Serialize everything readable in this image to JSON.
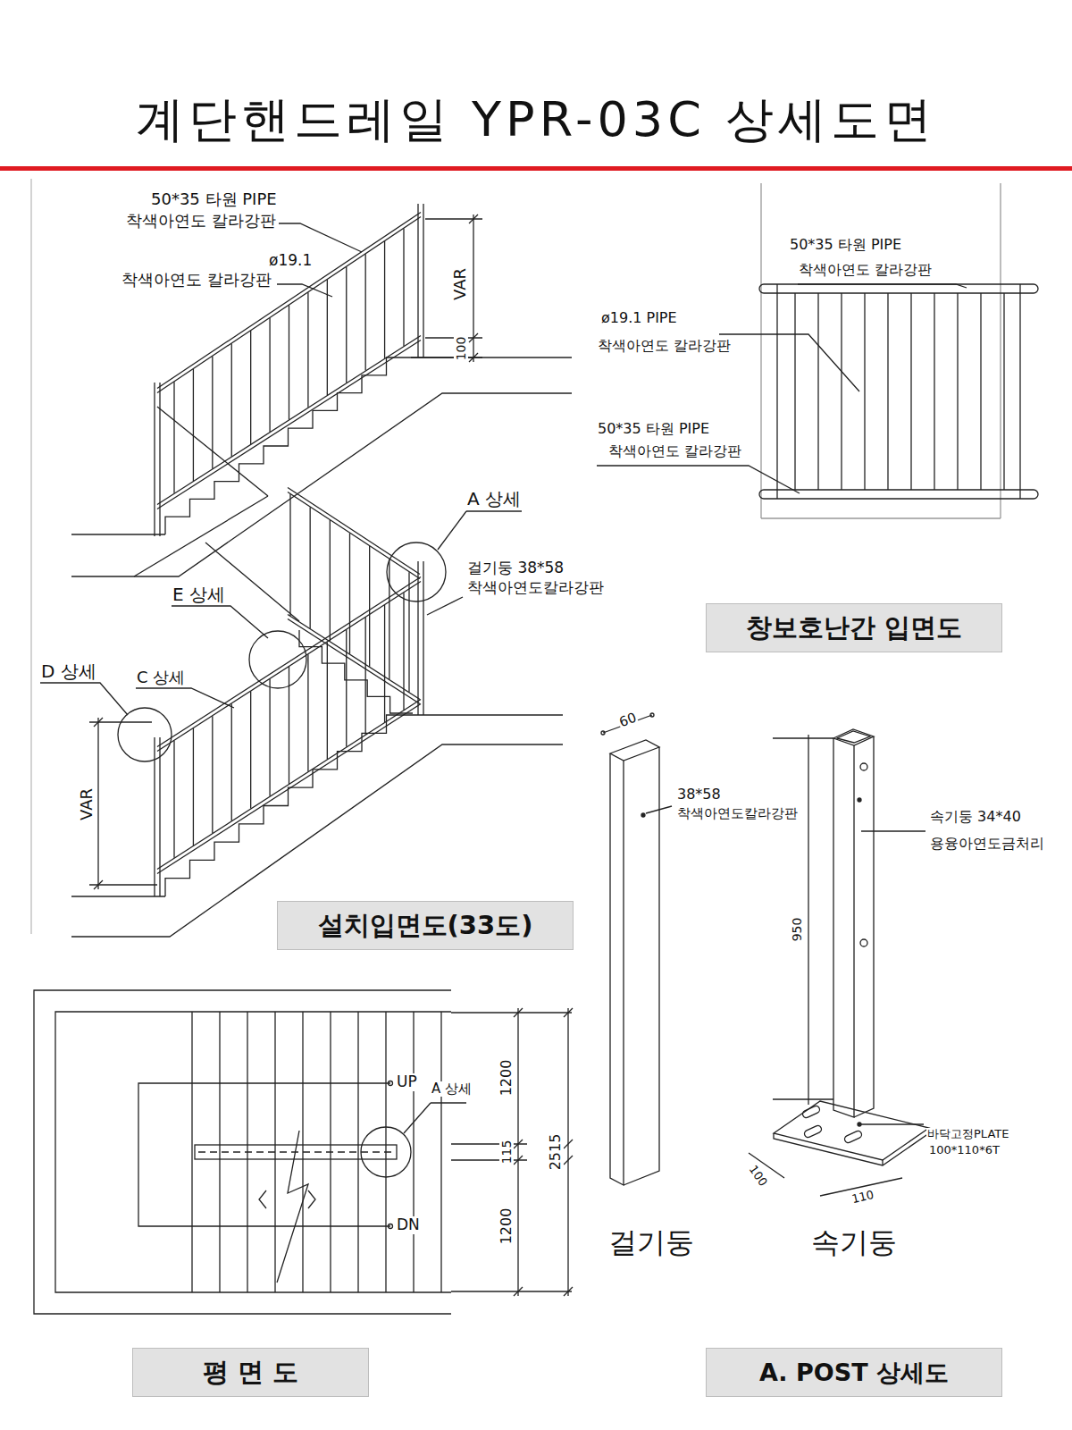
{
  "diagram": {
    "title": "계단핸드레일 YPR-03C 상세도면",
    "nodes": [
      {
        "text": [
          "창보호난간 입면도"
        ]
      },
      {
        "text": [
          "설치입면도(33도)"
        ]
      },
      {
        "text": [
          "평 면 도"
        ]
      },
      {
        "text": [
          "A. POST 상세도"
        ]
      }
    ],
    "labels": [
      "50*35 타원 PIPE",
      "착색아연도 칼라강판",
      "ø19.1",
      "착색아연도 칼라강판",
      "VAR",
      "100",
      "A 상세",
      "걸기둥 38*58",
      "착색아연도칼라강판",
      "E 상세",
      "D 상세",
      "C 상세",
      "VAR",
      "50*35 타원 PIPE",
      "착색아연도 칼라강판",
      "ø19.1 PIPE",
      "착색아연도 칼라강판",
      "50*35 타원 PIPE",
      "착색아연도 칼라강판",
      "UP",
      "A 상세",
      "1200",
      "115",
      "2515",
      "DN",
      "1200",
      "60",
      "38*58",
      "착색아연도칼라강판",
      "950",
      "속기둥 34*40",
      "용융아연도금처리",
      "바닥고정PLATE",
      "100*110*6T",
      "100",
      "110",
      "걸기둥",
      "속기둥"
    ]
  }
}
